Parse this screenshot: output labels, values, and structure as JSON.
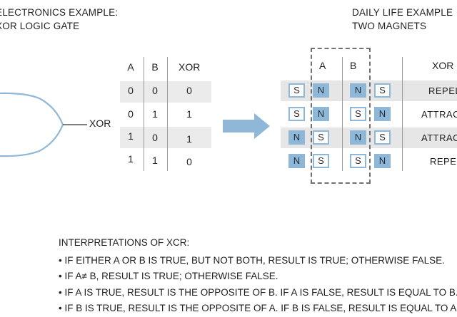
{
  "left_heading": {
    "line1": "ELECTRONICS EXAMPLE:",
    "line2": "XOR LOGIC GATE"
  },
  "right_heading": {
    "line1": "DAILY LIFE EXAMPLE",
    "line2": "TWO MAGNETS"
  },
  "gate": {
    "output_label": "XOR"
  },
  "truth_table": {
    "headers": [
      "A",
      "B",
      "XOR"
    ],
    "rows": [
      [
        "0",
        "0",
        "0"
      ],
      [
        "0",
        "1",
        "1"
      ],
      [
        "1",
        "0",
        "1"
      ],
      [
        "1",
        "1",
        "0"
      ]
    ]
  },
  "magnets": {
    "headers": [
      "A",
      "B",
      "XOR"
    ],
    "rows": [
      {
        "a": [
          "S",
          "N"
        ],
        "a_fill": [
          false,
          true
        ],
        "b": [
          "N",
          "S"
        ],
        "b_fill": [
          true,
          false
        ],
        "result": "REPEL"
      },
      {
        "a": [
          "S",
          "N"
        ],
        "a_fill": [
          false,
          true
        ],
        "b": [
          "S",
          "N"
        ],
        "b_fill": [
          false,
          true
        ],
        "result": "ATTRACT"
      },
      {
        "a": [
          "N",
          "S"
        ],
        "a_fill": [
          true,
          false
        ],
        "b": [
          "N",
          "S"
        ],
        "b_fill": [
          true,
          false
        ],
        "result": "ATTRACT"
      },
      {
        "a": [
          "N",
          "S"
        ],
        "a_fill": [
          true,
          false
        ],
        "b": [
          "S",
          "N"
        ],
        "b_fill": [
          false,
          true
        ],
        "result": "REPEL"
      }
    ]
  },
  "interpretations": {
    "title": "INTERPRETATIONS OF XCR:",
    "bullets": [
      "• IF EITHER A OR B IS TRUE, BUT NOT BOTH, RESULT IS TRUE; OTHERWISE FALSE.",
      "• IF A≠ B, RESULT IS TRUE; OTHERWISE FALSE.",
      "• IF A IS TRUE, RESULT IS THE OPPOSITE OF B. IF A IS FALSE, RESULT IS EQUAL TO B.",
      "• IF B IS TRUE, RESULT IS THE OPPOSITE OF A. IF B IS FALSE, RESULT IS EQUAL TO A."
    ]
  },
  "colors": {
    "accent": "#8fb8d8",
    "row_shade": "#ebebeb",
    "text": "#222222",
    "dashed": "#707070"
  }
}
